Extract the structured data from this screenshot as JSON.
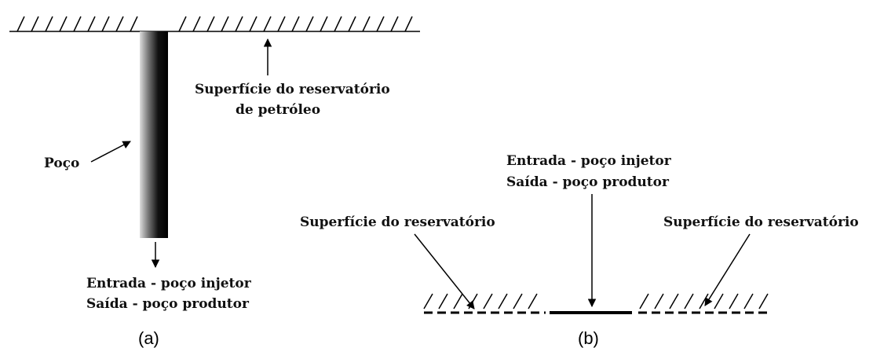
{
  "panel_a": {
    "surface_label_line1": "Superfície do reservatório",
    "surface_label_line2": "de petróleo",
    "well_label": "Poço",
    "flow_label_line1": "Entrada - poço injetor",
    "flow_label_line2": "Saída - poço produtor",
    "caption": "(a)"
  },
  "panel_b": {
    "flow_label_line1": "Entrada - poço injetor",
    "flow_label_line2": "Saída - poço produtor",
    "surface_left_label": "Superfície do reservatório",
    "surface_right_label": "Superfície do reservatório",
    "caption": "(b)"
  }
}
